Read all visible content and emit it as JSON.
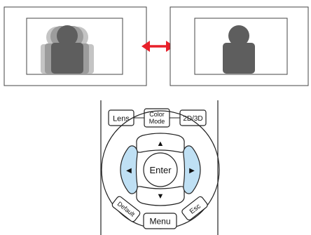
{
  "comparison": {
    "arrow_color": "#e8202a",
    "screen_color": "#5e5e5e",
    "ghost_colors": [
      "#b5b5b5",
      "#8e8e8e"
    ]
  },
  "remote": {
    "highlight_color": "#bfe0f4",
    "top_buttons": {
      "lens": "Lens",
      "color_mode_line1": "Color",
      "color_mode_line2": "Mode",
      "mode_2d3d": "2D/3D"
    },
    "enter": "Enter",
    "menu": "Menu",
    "default": "Default",
    "esc": "Esc",
    "arrows": {
      "up": "▲",
      "down": "▼",
      "left": "◀",
      "right": "▶"
    }
  }
}
